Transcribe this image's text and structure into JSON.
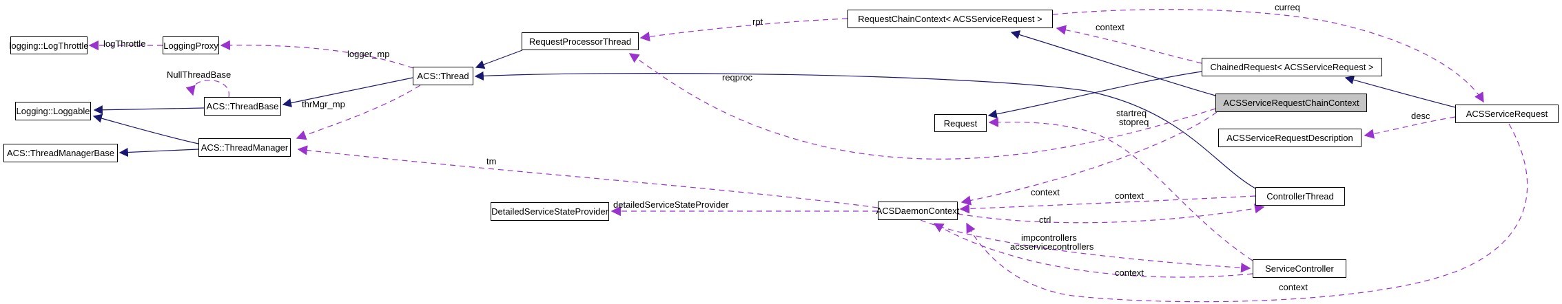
{
  "diagram": {
    "type": "doxygen-collaboration-graph",
    "highlighted_node": "ACSServiceRequestChainContext",
    "colors": {
      "inheritance_edge": "#191970",
      "usage_edge": "#9a32cd",
      "node_border": "#000000",
      "node_fill": "#ffffff",
      "highlight_fill": "#c4c4c4"
    },
    "nodes": {
      "log_throttle": {
        "label": "logging::LogThrottle"
      },
      "logging_proxy": {
        "label": "LoggingProxy"
      },
      "loggable": {
        "label": "Logging::Loggable"
      },
      "thread_base": {
        "label": "ACS::ThreadBase"
      },
      "thread": {
        "label": "ACS::Thread"
      },
      "thread_manager_base": {
        "label": "ACS::ThreadManagerBase"
      },
      "thread_manager": {
        "label": "ACS::ThreadManager"
      },
      "request_processor_thread": {
        "label": "RequestProcessorThread"
      },
      "request_chain_context": {
        "label": "RequestChainContext< ACSServiceRequest >"
      },
      "chained_request": {
        "label": "ChainedRequest< ACSServiceRequest >"
      },
      "acs_service_request_chain_context": {
        "label": "ACSServiceRequestChainContext"
      },
      "acs_service_request_description": {
        "label": "ACSServiceRequestDescription"
      },
      "acs_service_request": {
        "label": "ACSServiceRequest"
      },
      "request": {
        "label": "Request"
      },
      "controller_thread": {
        "label": "ControllerThread"
      },
      "detailed_service_state_provider": {
        "label": "DetailedServiceStateProvider"
      },
      "acs_daemon_context": {
        "label": "ACSDaemonContext"
      },
      "service_controller": {
        "label": "ServiceController"
      }
    },
    "edge_labels": {
      "log_throttle": "logThrottle",
      "null_thread_base": "NullThreadBase",
      "logger_mp": "logger_mp",
      "thr_mgr_mp": "thrMgr_mp",
      "rpt": "rpt",
      "reqproc": "reqproc",
      "curreq": "curreq",
      "context_chained": "context",
      "startreq": "startreq",
      "stopreq": "stopreq",
      "desc": "desc",
      "tm": "tm",
      "detailed_provider": "detailedServiceStateProvider",
      "context_chaincontext": "context",
      "context_controller_thread": "context",
      "ctrl": "ctrl",
      "impcontrollers": "impcontrollers",
      "acsservicecontrollers": "acsservicecontrollers",
      "context_service_controller": "context",
      "context_service_request": "context"
    }
  }
}
